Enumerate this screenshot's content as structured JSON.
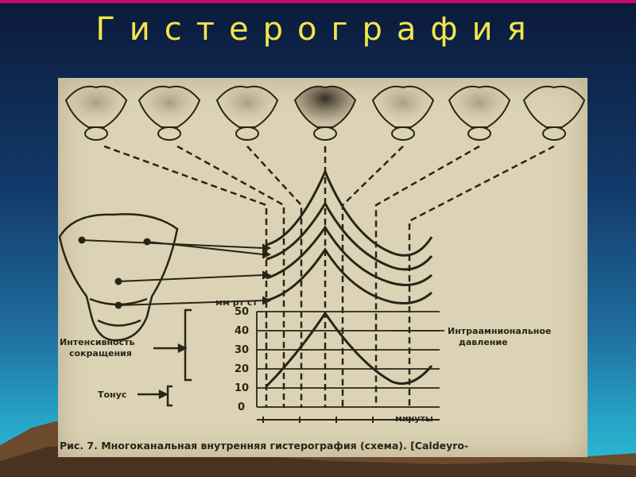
{
  "slide": {
    "title": "Гистерография",
    "accent_color": "#c70a6b",
    "title_color": "#f2e64a"
  },
  "figure": {
    "scale_unit_label": "мм рт ст",
    "y_ticks": [
      "50",
      "40",
      "30",
      "20",
      "10",
      "0"
    ],
    "x_axis_label": "минуты",
    "intrauterine_pressure_label": [
      "Интраамниональное",
      "давление"
    ],
    "intensity_label": [
      "Интенсивность",
      "сокращения"
    ],
    "tonus_label": "Тонус",
    "caption": "Рис. 7. Многоканальная внутренняя гистерография (схема). [Caldeyro-"
  }
}
